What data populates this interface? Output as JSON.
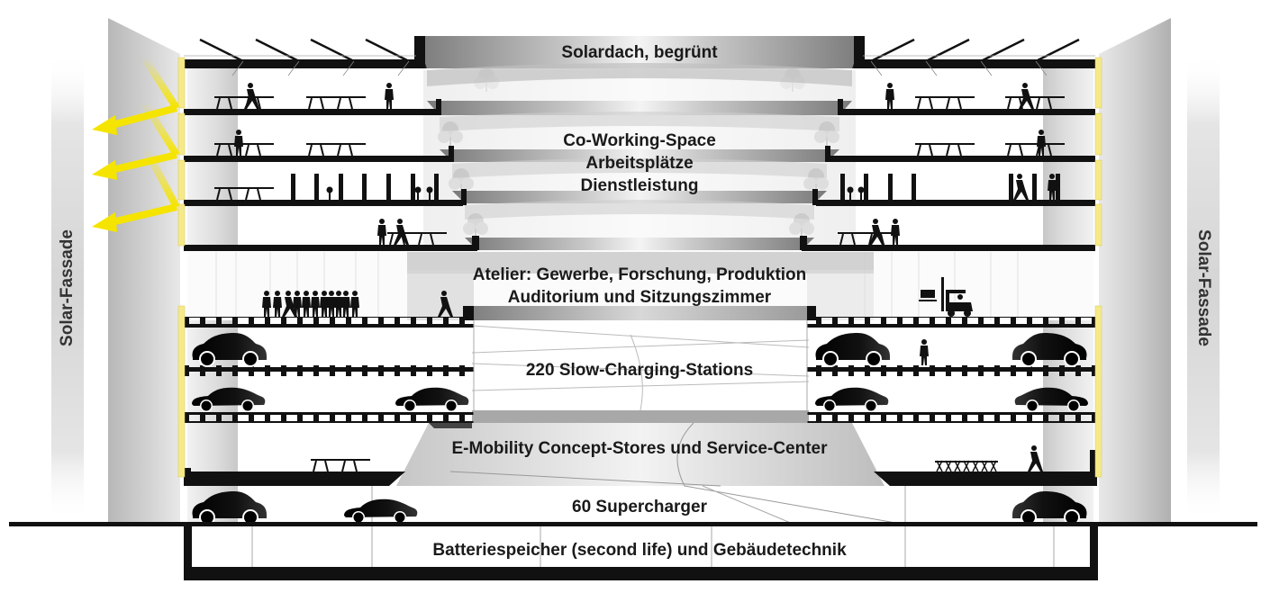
{
  "diagram": {
    "type": "architectural-building-section",
    "colors": {
      "slab": "#111111",
      "solar_panel": "#f6e98a",
      "sun_arrow": "#f5e400",
      "facade_gray": "#c4c4c4",
      "atrium_gray": "#9a9a9a",
      "label_text": "#1a1a1a"
    },
    "facade_labels": {
      "left": "Solar-Fassade",
      "right": "Solar-Fassade"
    },
    "levels": [
      {
        "id": "roof",
        "label": "Solardach, begrünt"
      },
      {
        "id": "office",
        "lines": [
          "Co-Working-Space",
          "Arbeitsplätze",
          "Dienstleistung"
        ]
      },
      {
        "id": "atelier",
        "lines": [
          "Atelier: Gewerbe, Forschung, Produktion",
          "Auditorium und Sitzungszimmer"
        ]
      },
      {
        "id": "parking",
        "label": "220 Slow-Charging-Stations"
      },
      {
        "id": "emobility",
        "label": "E-Mobility Concept-Stores und Service-Center"
      },
      {
        "id": "supercharger",
        "label": "60 Supercharger"
      },
      {
        "id": "basement",
        "label": "Batteriespeicher (second life) und Gebäudetechnik"
      }
    ],
    "icons": {
      "sun_arrows": "sun-reflection-arrow-icon",
      "car": "car-icon",
      "person": "person-icon",
      "table": "table-icon",
      "forklift": "forklift-icon",
      "chair": "chair-icon",
      "solar_panel": "solar-panel-icon",
      "tree": "tree-icon"
    }
  }
}
